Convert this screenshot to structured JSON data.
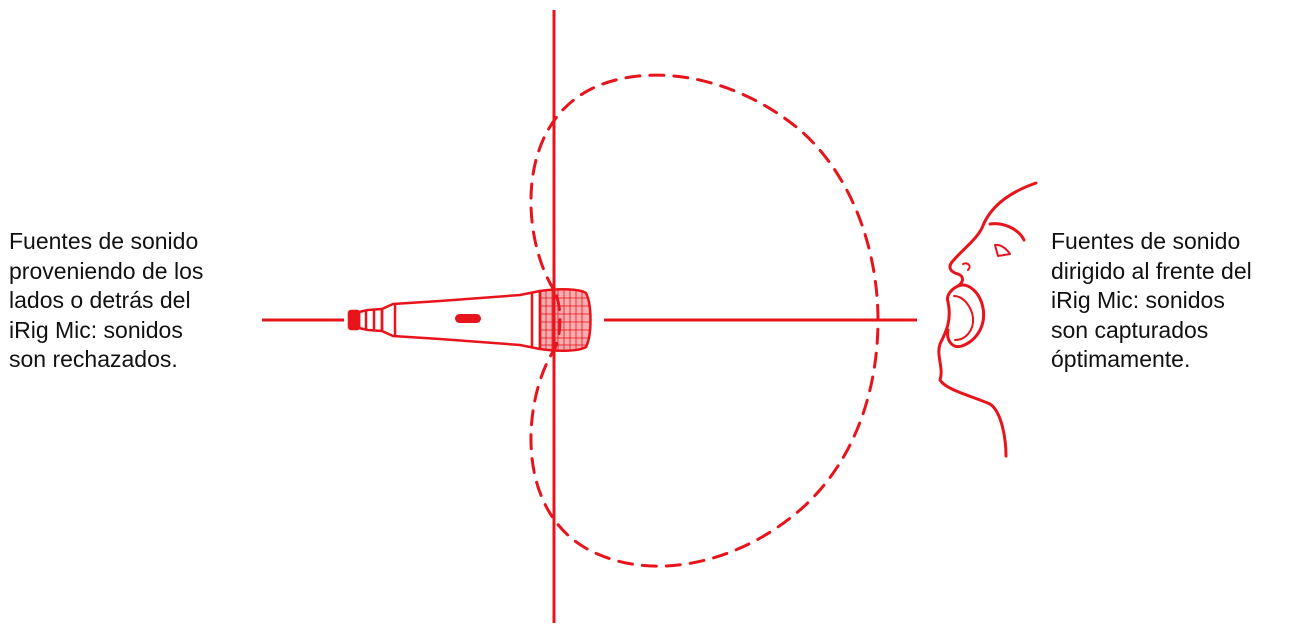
{
  "left_caption": {
    "lines": [
      "Fuentes de sonido",
      "proveniendo de los",
      "lados o detrás del",
      "iRig Mic: sonidos",
      "son rechazados."
    ]
  },
  "right_caption": {
    "lines": [
      "Fuentes de sonido",
      "dirigido al frente del",
      "iRig Mic: sonidos",
      "son capturados",
      "óptimamente."
    ]
  },
  "colors": {
    "accent": "#e8141c",
    "text": "#111111",
    "background": "#ffffff"
  },
  "icons": {
    "microphone": "microphone-icon",
    "face": "face-profile-icon"
  },
  "pattern": "cardioid"
}
